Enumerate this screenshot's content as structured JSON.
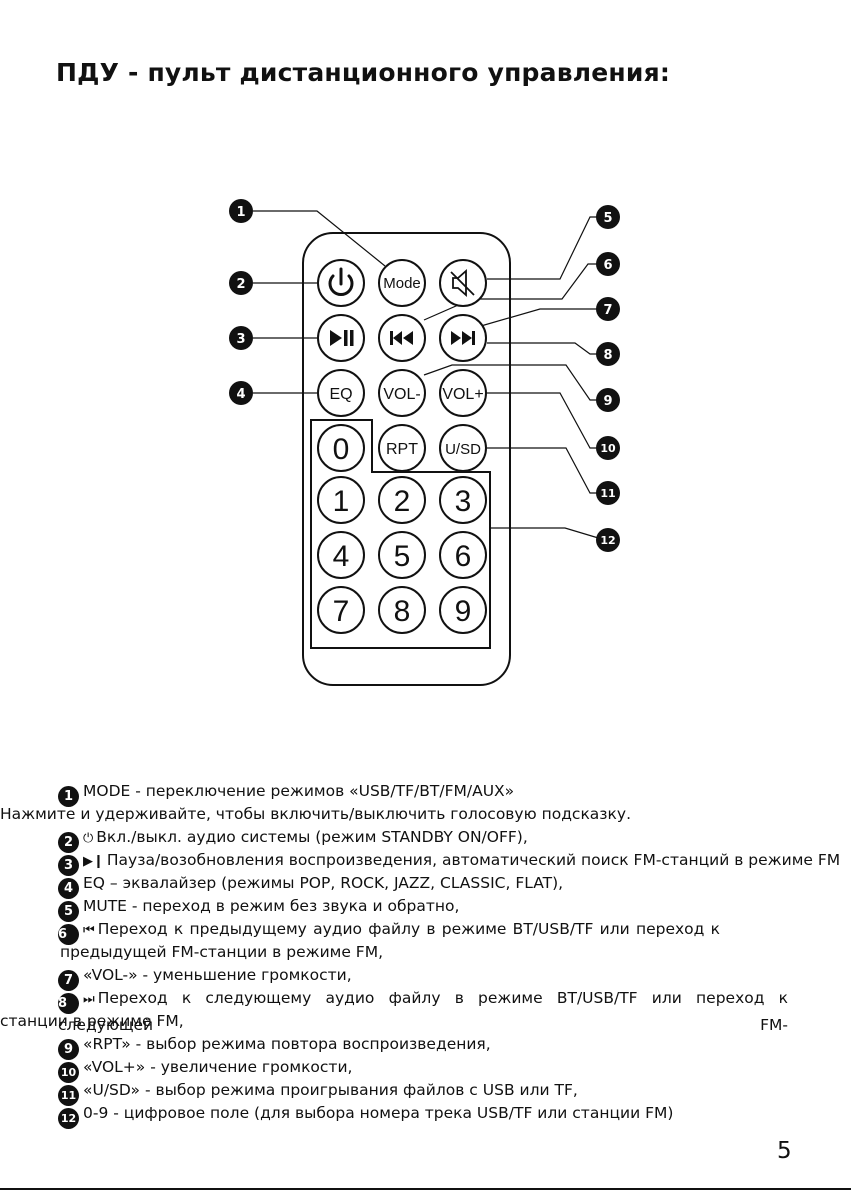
{
  "title": "ПДУ - пульт дистанционного управления:",
  "remote": {
    "buttons": {
      "mode": "Mode",
      "eq": "EQ",
      "vol_minus": "VOL-",
      "vol_plus": "VOL+",
      "rpt": "RPT",
      "usd": "U/SD",
      "digits": [
        "0",
        "1",
        "2",
        "3",
        "4",
        "5",
        "6",
        "7",
        "8",
        "9"
      ]
    },
    "icons": {
      "power": "power-icon",
      "mute": "mute-icon",
      "play_pause": "play-pause-icon",
      "previous": "previous-track-icon",
      "next": "next-track-icon"
    },
    "callouts": [
      "1",
      "2",
      "3",
      "4",
      "5",
      "6",
      "7",
      "8",
      "9",
      "10",
      "11",
      "12"
    ]
  },
  "legend": {
    "badges": [
      "1",
      "2",
      "3",
      "4",
      "5",
      "6",
      "7",
      "8",
      "9",
      "10",
      "11",
      "12"
    ],
    "line1": "MODE - переключение режимов  «USB/TF/BT/FM/AUX»",
    "line1b": "Нажмите и удерживайте, чтобы включить/выключить голосовую подсказку.",
    "line2": "Вкл./выкл. аудио системы (режим STANDBY ON/OFF),",
    "line3": "Пауза/возобновления воспроизведения, автоматический поиск FM-станций в режиме FM",
    "line4": "EQ – эквалайзер (режимы POP, ROCK, JAZZ, CLASSIC, FLAT),",
    "line5": "MUTE - переход в режим без звука и обратно,",
    "line6": "Переход к предыдущему аудио файлу в режиме BT/USB/TF или переход к",
    "line6b": "предыдущей FM-станции в режиме FM,",
    "line7": "«VOL-» - уменьшение громкости,",
    "line8": "Переход к следующему аудио файлу в режиме BT/USB/TF или переход к следующей FM-",
    "line8b": "станции в режиме FM,",
    "line9": "«RPT» - выбор режима повтора воспроизведения,",
    "line10": "«VOL+» - увеличение громкости,",
    "line11": "«U/SD» - выбор режима проигрывания файлов с USB или TF,",
    "line12": "0-9 - цифровое поле (для выбора номера трека USB/TF или станции FM)"
  },
  "page_number": "5"
}
